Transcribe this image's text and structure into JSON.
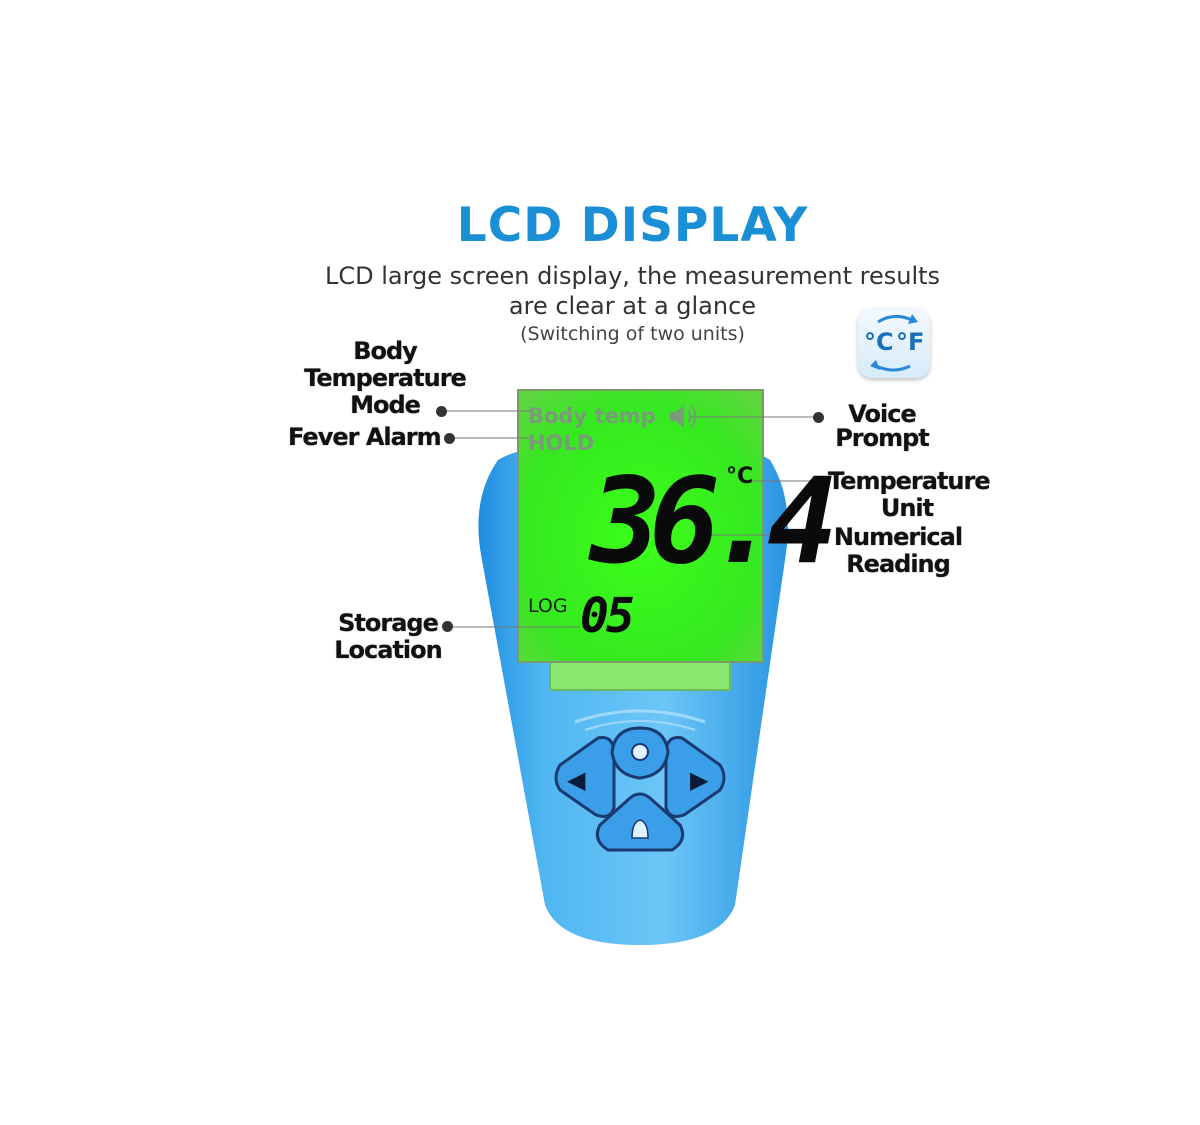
{
  "header": {
    "title": "LCD DISPLAY",
    "subtitle_line1": "LCD large screen display, the measurement results",
    "subtitle_line2": "are clear at a glance",
    "subtitle_line3": "(Switching of two units)"
  },
  "unit_switch_icon": {
    "celsius": "°C",
    "fahrenheit": "°F"
  },
  "callouts": {
    "body_mode_l1": "Body",
    "body_mode_l2": "Temperature",
    "body_mode_l3": "Mode",
    "fever_alarm": "Fever Alarm",
    "storage_l1": "Storage",
    "storage_l2": "Location",
    "voice_l1": "Voice",
    "voice_l2": "Prompt",
    "unit_l1": "Temperature",
    "unit_l2": "Unit",
    "reading_l1": "Numerical",
    "reading_l2": "Reading"
  },
  "lcd": {
    "mode_text": "Body temp",
    "hold_text": "HOLD",
    "reading": "36.4",
    "unit": "°C",
    "log_label": "LOG",
    "log_number": "05",
    "speaker_icon": "speaker-icon"
  },
  "buttons": {
    "left": "◀",
    "right": "▶",
    "light_icon": "backlight-icon",
    "sound_icon": "bell-icon"
  },
  "colors": {
    "title": "#1a8fd6",
    "device_body": "#3aa8ee",
    "lcd_green": "#3ef020"
  }
}
